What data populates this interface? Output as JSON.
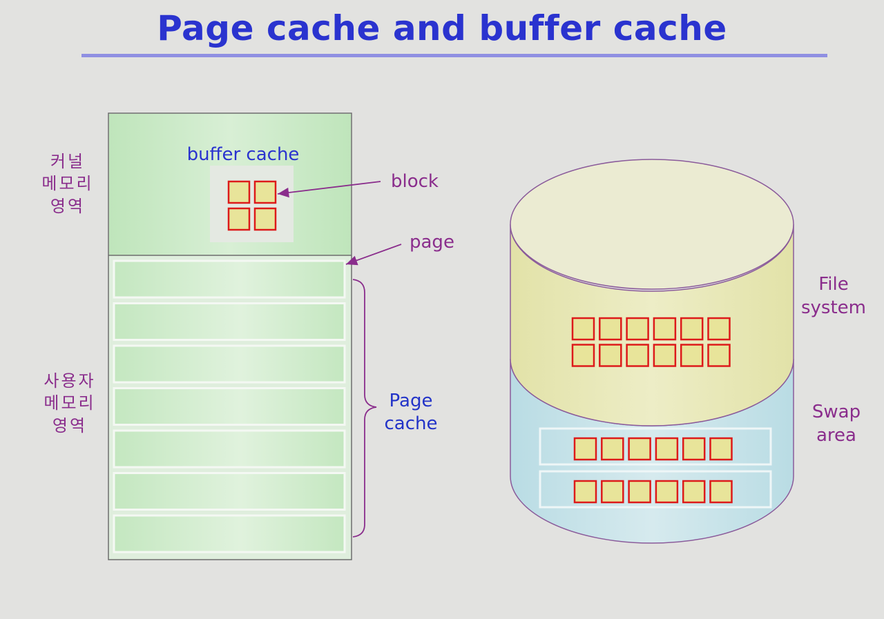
{
  "title": "Page cache and buffer cache",
  "labels": {
    "kernel_memory": [
      "커널",
      "메모리",
      "영역"
    ],
    "user_memory": [
      "사용자",
      "메모리",
      "영역"
    ],
    "buffer_cache": "buffer cache",
    "block": "block",
    "page": "page",
    "page_cache": [
      "Page",
      "cache"
    ],
    "file_system": [
      "File",
      "system"
    ],
    "swap_area": [
      "Swap",
      "area"
    ]
  },
  "colors": {
    "title": "#2a33cf",
    "label": "#8a2d8c",
    "kernel_green": "#c9e9c5",
    "page_slot": "#d2eccf",
    "block_fill": "#e8e49a",
    "block_border": "#dd1a1a",
    "disk_top": "#ebebc8",
    "disk_file": "#e8e8b4",
    "disk_swap": "#c6e2e8"
  },
  "counts": {
    "buffer_blocks": 4,
    "page_slots": 7,
    "fs_block_rows": 2,
    "fs_blocks_per_row": 6,
    "swap_rows": 2,
    "swap_blocks_per_row": 6
  }
}
